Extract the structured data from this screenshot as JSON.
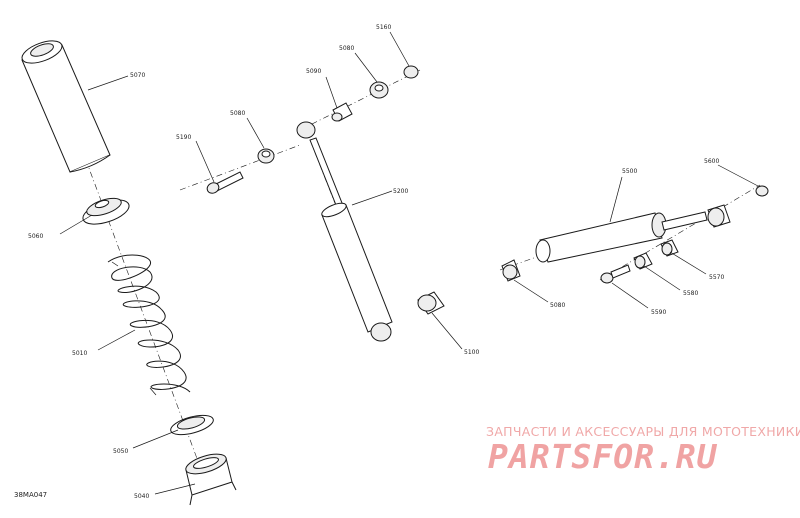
{
  "callouts": {
    "c5070": "5070",
    "c5060": "5060",
    "c5010": "5010",
    "c5050": "5050",
    "c5040": "5040",
    "c5190": "5190",
    "c5080a": "5080",
    "c5090": "5090",
    "c5080b": "5080",
    "c5160": "5160",
    "c5200": "5200",
    "c5100": "5100",
    "c5500": "5500",
    "c5600": "5600",
    "c5570": "5570",
    "c5580": "5580",
    "c5080c": "5080",
    "c5590": "5590"
  },
  "reference": "38MA047",
  "watermark": {
    "tagline": "ЗАПЧАСТИ И АКСЕССУАРЫ ДЛЯ МОТОТЕХНИКИ",
    "logo": "PARTSFOR.RU",
    "color": "#f0a3a3"
  }
}
